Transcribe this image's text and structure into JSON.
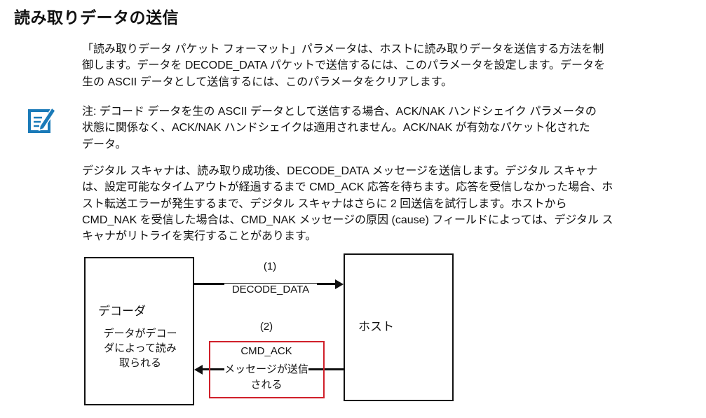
{
  "title": "読み取りデータの送信",
  "intro_lines": [
    "「読み取りデータ パケット フォーマット」パラメータは、ホストに読み取りデータを送信する方法を制",
    "御します。データを DECODE_DATA パケットで送信するには、このパラメータを設定します。データを",
    "生の ASCII データとして送信するには、このパラメータをクリアします。"
  ],
  "note": {
    "icon": "note-pencil-icon",
    "icon_color": "#1a7ab8",
    "lines": [
      "注: デコード データを生の ASCII データとして送信する場合、ACK/NAK ハンドシェイク パラメータの",
      "状態に関係なく、ACK/NAK ハンドシェイクは適用されません。ACK/NAK が有効なパケット化された",
      "データ。"
    ]
  },
  "body_lines": [
    "デジタル スキャナは、読み取り成功後、DECODE_DATA メッセージを送信します。デジタル スキャナ",
    "は、設定可能なタイムアウトが経過するまで CMD_ACK 応答を待ちます。応答を受信しなかった場合、ホ",
    "スト転送エラーが発生するまで、デジタル スキャナはさらに 2 回送信を試行します。ホストから",
    "CMD_NAK を受信した場合は、CMD_NAK メッセージの原因 (cause) フィールドによっては、デジタル ス",
    "キャナがリトライを実行することがあります。"
  ],
  "diagram": {
    "decoder_title": "デコーダ",
    "decoder_desc": [
      "データがデコー",
      "ダによって読み",
      "取られる"
    ],
    "host_title": "ホスト",
    "step1_number": "(1)",
    "step1_label": "DECODE_DATA",
    "step2_number": "(2)",
    "step2_label": "CMD_ACK",
    "step2_desc": [
      "メッセージが送信",
      "される"
    ],
    "highlight_color": "#d0202a"
  }
}
